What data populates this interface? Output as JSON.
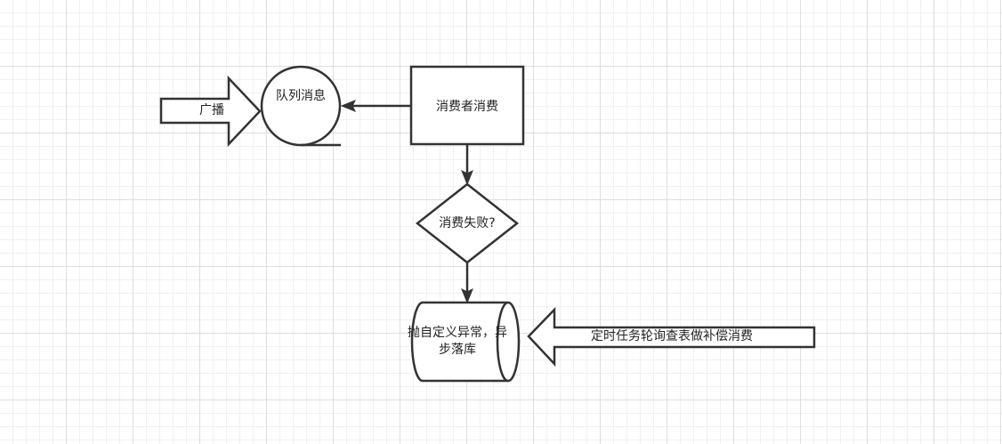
{
  "nodes": {
    "broadcast": {
      "label": "广播"
    },
    "queue": {
      "label": "队列消息"
    },
    "consumer": {
      "label": "消费者消费"
    },
    "decision": {
      "label": "消费失败?"
    },
    "storage": {
      "label": "抛自定义异常，异步落库"
    },
    "scheduled": {
      "label": "定时任务轮询查表做补偿消费"
    }
  },
  "colors": {
    "stroke": "#333333",
    "fill": "#ffffff",
    "text": "#222222",
    "grid_major": "#dedede",
    "grid_minor": "#f0f0f0"
  }
}
